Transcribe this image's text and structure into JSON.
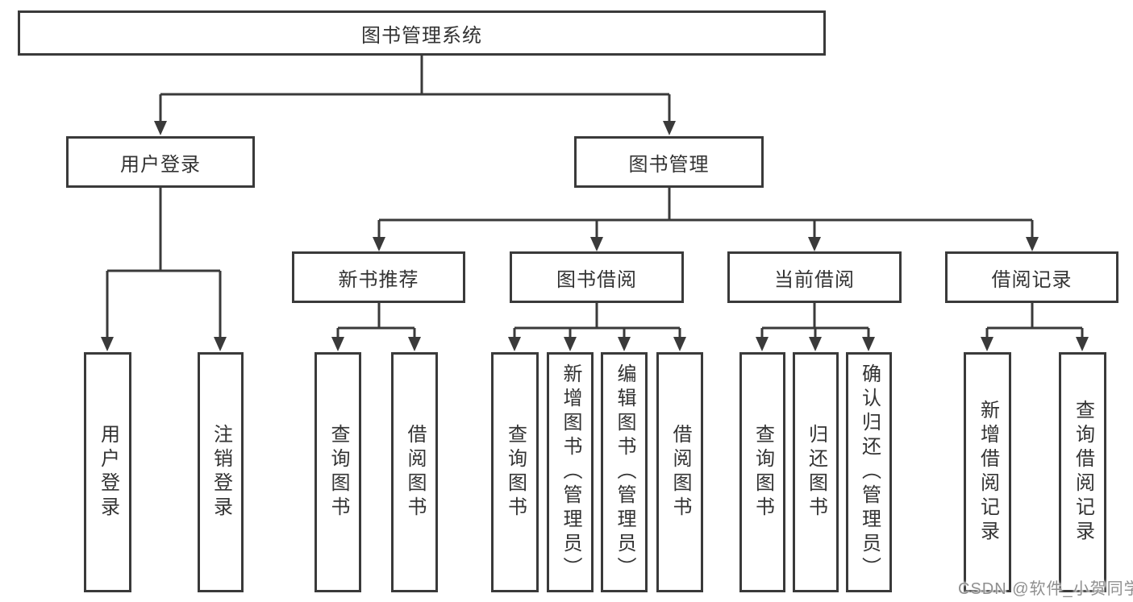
{
  "colors": {
    "line": "#3a3a3a",
    "text": "#333333",
    "watermark_gray": "#8f8f8f",
    "background": "#ffffff"
  },
  "nodes": {
    "root": {
      "label": "图书管理系统"
    },
    "user_login": {
      "label": "用户登录",
      "children": {
        "login": {
          "label": "用户登录"
        },
        "logout": {
          "label": "注销登录"
        }
      }
    },
    "book_mgmt": {
      "label": "图书管理",
      "children": {
        "new_book": {
          "label": "新书推荐",
          "children": {
            "query": {
              "label": "查询图书"
            },
            "borrow": {
              "label": "借阅图书"
            }
          }
        },
        "book_borrow": {
          "label": "图书借阅",
          "children": {
            "query": {
              "label": "查询图书"
            },
            "add": {
              "label": "新增图书（管理员）"
            },
            "edit": {
              "label": "编辑图书（管理员）"
            },
            "borrow": {
              "label": "借阅图书"
            }
          }
        },
        "current_borrow": {
          "label": "当前借阅",
          "children": {
            "query": {
              "label": "查询图书"
            },
            "return": {
              "label": "归还图书"
            },
            "confirm": {
              "label": "确认归还（管理员）"
            }
          }
        },
        "borrow_record": {
          "label": "借阅记录",
          "children": {
            "add": {
              "label": "新增借阅记录"
            },
            "query": {
              "label": "查询借阅记录"
            }
          }
        }
      }
    }
  },
  "watermark": {
    "text": "CSDN @软件_小贺同学"
  }
}
